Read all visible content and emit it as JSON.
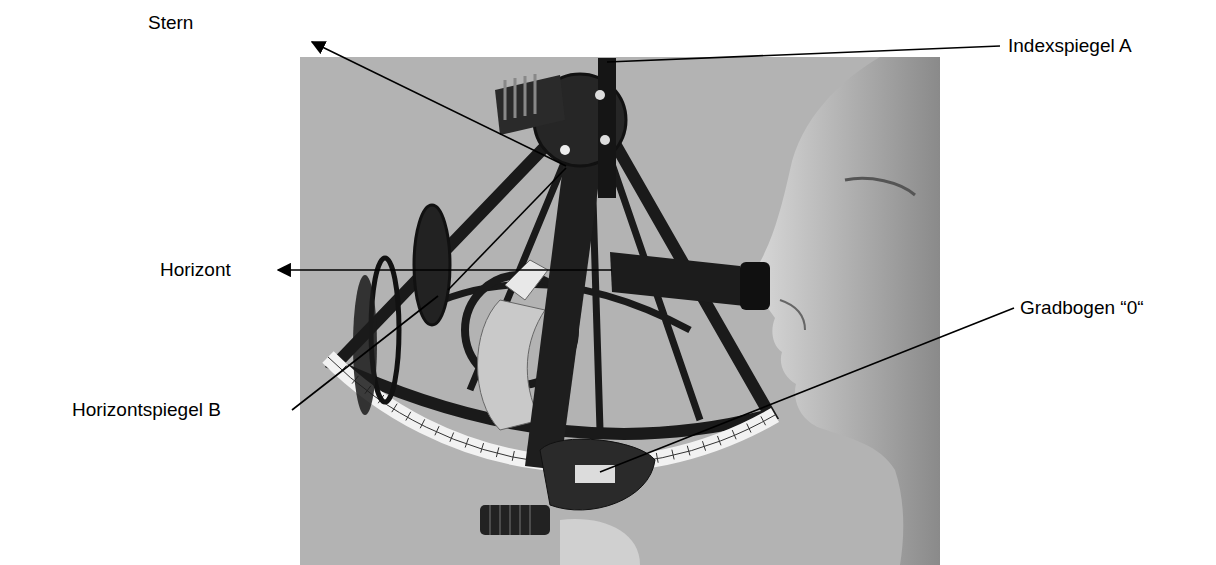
{
  "diagram": {
    "labels": [
      "Stern",
      "Indexspiegel A",
      "Horizont",
      "Horizontspiegel B",
      "Gradbogen “0“"
    ]
  }
}
